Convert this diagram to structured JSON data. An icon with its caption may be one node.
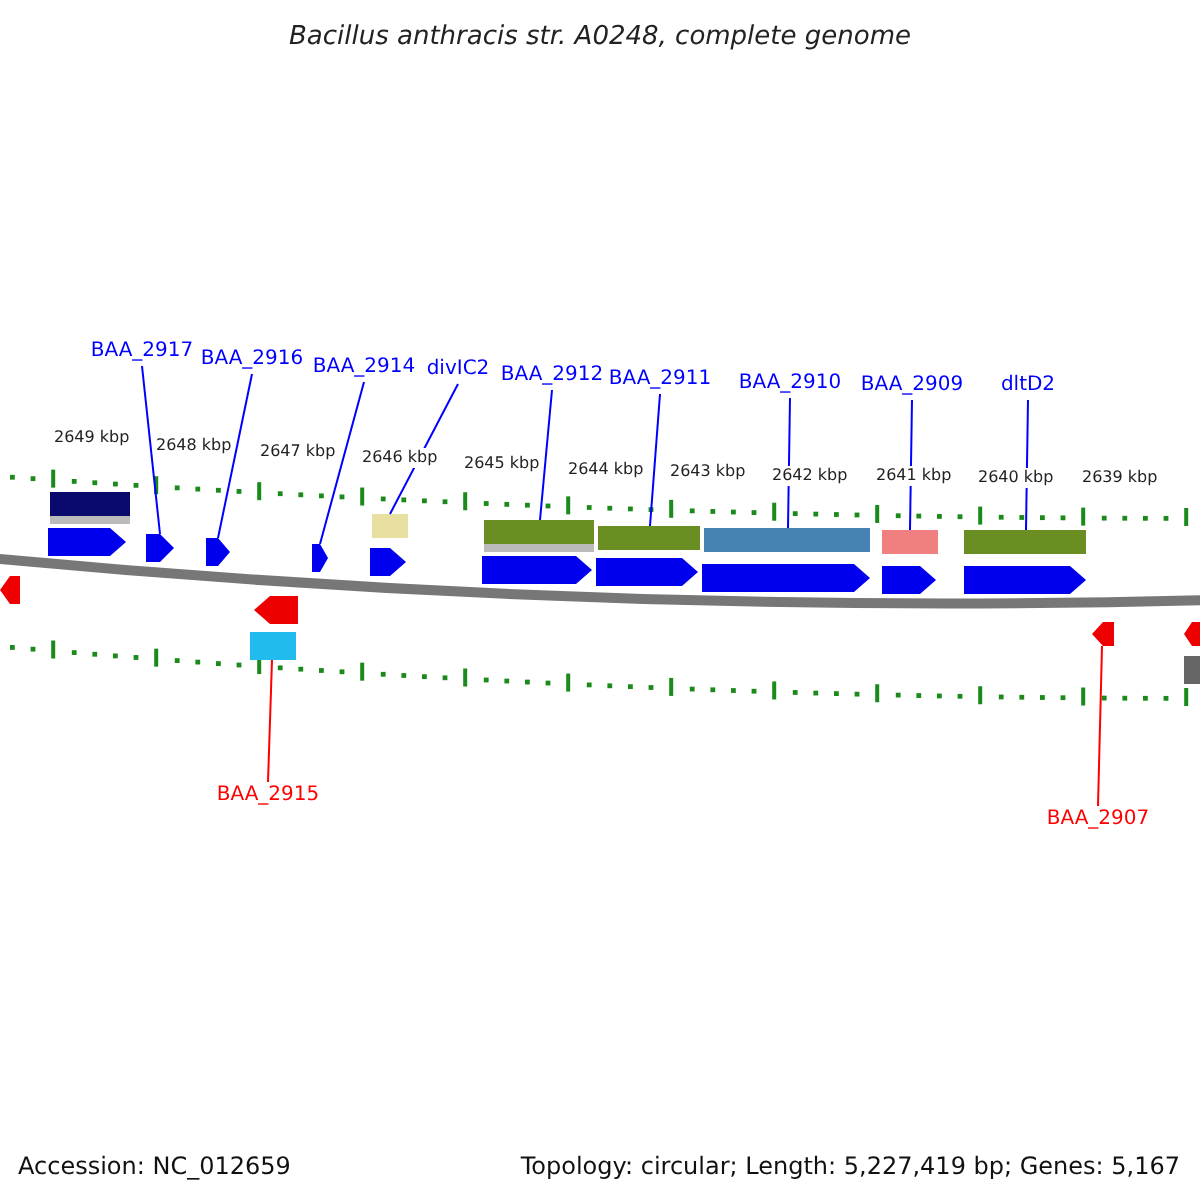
{
  "diagram": {
    "title": "Bacillus anthracis str. A0248, complete genome",
    "nodes": [
      {
        "text": [
          "BAA_2917"
        ]
      },
      {
        "text": [
          "BAA_2916"
        ]
      },
      {
        "text": [
          "BAA_2914"
        ]
      },
      {
        "text": [
          "divIC2"
        ]
      },
      {
        "text": [
          "BAA_2912"
        ]
      },
      {
        "text": [
          "BAA_2911"
        ]
      },
      {
        "text": [
          "BAA_2910"
        ]
      },
      {
        "text": [
          "BAA_2909"
        ]
      },
      {
        "text": [
          "dltD2"
        ]
      },
      {
        "text": [
          "BAA_2915"
        ]
      },
      {
        "text": [
          "BAA_2907"
        ]
      },
      {
        "text": [],
        "shape": "bar"
      },
      {
        "text": [],
        "shape": "bar"
      },
      {
        "text": [],
        "shape": "bar"
      },
      {
        "text": [],
        "shape": "bar"
      },
      {
        "text": [],
        "shape": "bar"
      },
      {
        "text": [],
        "shape": "bar"
      },
      {
        "text": [],
        "shape": "bar"
      },
      {
        "text": [],
        "shape": "bar"
      },
      {
        "text": [],
        "shape": "bar"
      },
      {
        "text": [],
        "shape": "bar"
      },
      {
        "text": [],
        "shape": "bar"
      },
      {
        "text": [],
        "shape": "bar"
      },
      {
        "text": [],
        "shape": "bar"
      },
      {
        "text": [],
        "shape": "bar"
      }
    ],
    "edges": [
      {
        "from": 0,
        "to": 12,
        "arrow": "none"
      },
      {
        "from": 1,
        "to": 13,
        "arrow": "none"
      },
      {
        "from": 2,
        "to": 14,
        "arrow": "none"
      },
      {
        "from": 3,
        "to": 15,
        "arrow": "none"
      },
      {
        "from": 4,
        "to": 16,
        "arrow": "none"
      },
      {
        "from": 5,
        "to": 17,
        "arrow": "none"
      },
      {
        "from": 6,
        "to": 18,
        "arrow": "none"
      },
      {
        "from": 7,
        "to": 19,
        "arrow": "none"
      },
      {
        "from": 8,
        "to": 20,
        "arrow": "none"
      },
      {
        "from": 9,
        "to": 22,
        "arrow": "none",
        "color": "#ff0000"
      },
      {
        "from": 10,
        "to": 23,
        "arrow": "none",
        "color": "#ff0000"
      }
    ],
    "labels": [
      "2649 kbp",
      "2648 kbp",
      "2647 kbp",
      "2646 kbp",
      "2645 kbp",
      "2644 kbp",
      "2643 kbp",
      "2642 kbp",
      "2641 kbp",
      "2640 kbp",
      "2639 kbp",
      "Accession: NC_012659",
      "Topology: circular; Length: 5,227,419 bp; Genes: 5,167"
    ]
  }
}
